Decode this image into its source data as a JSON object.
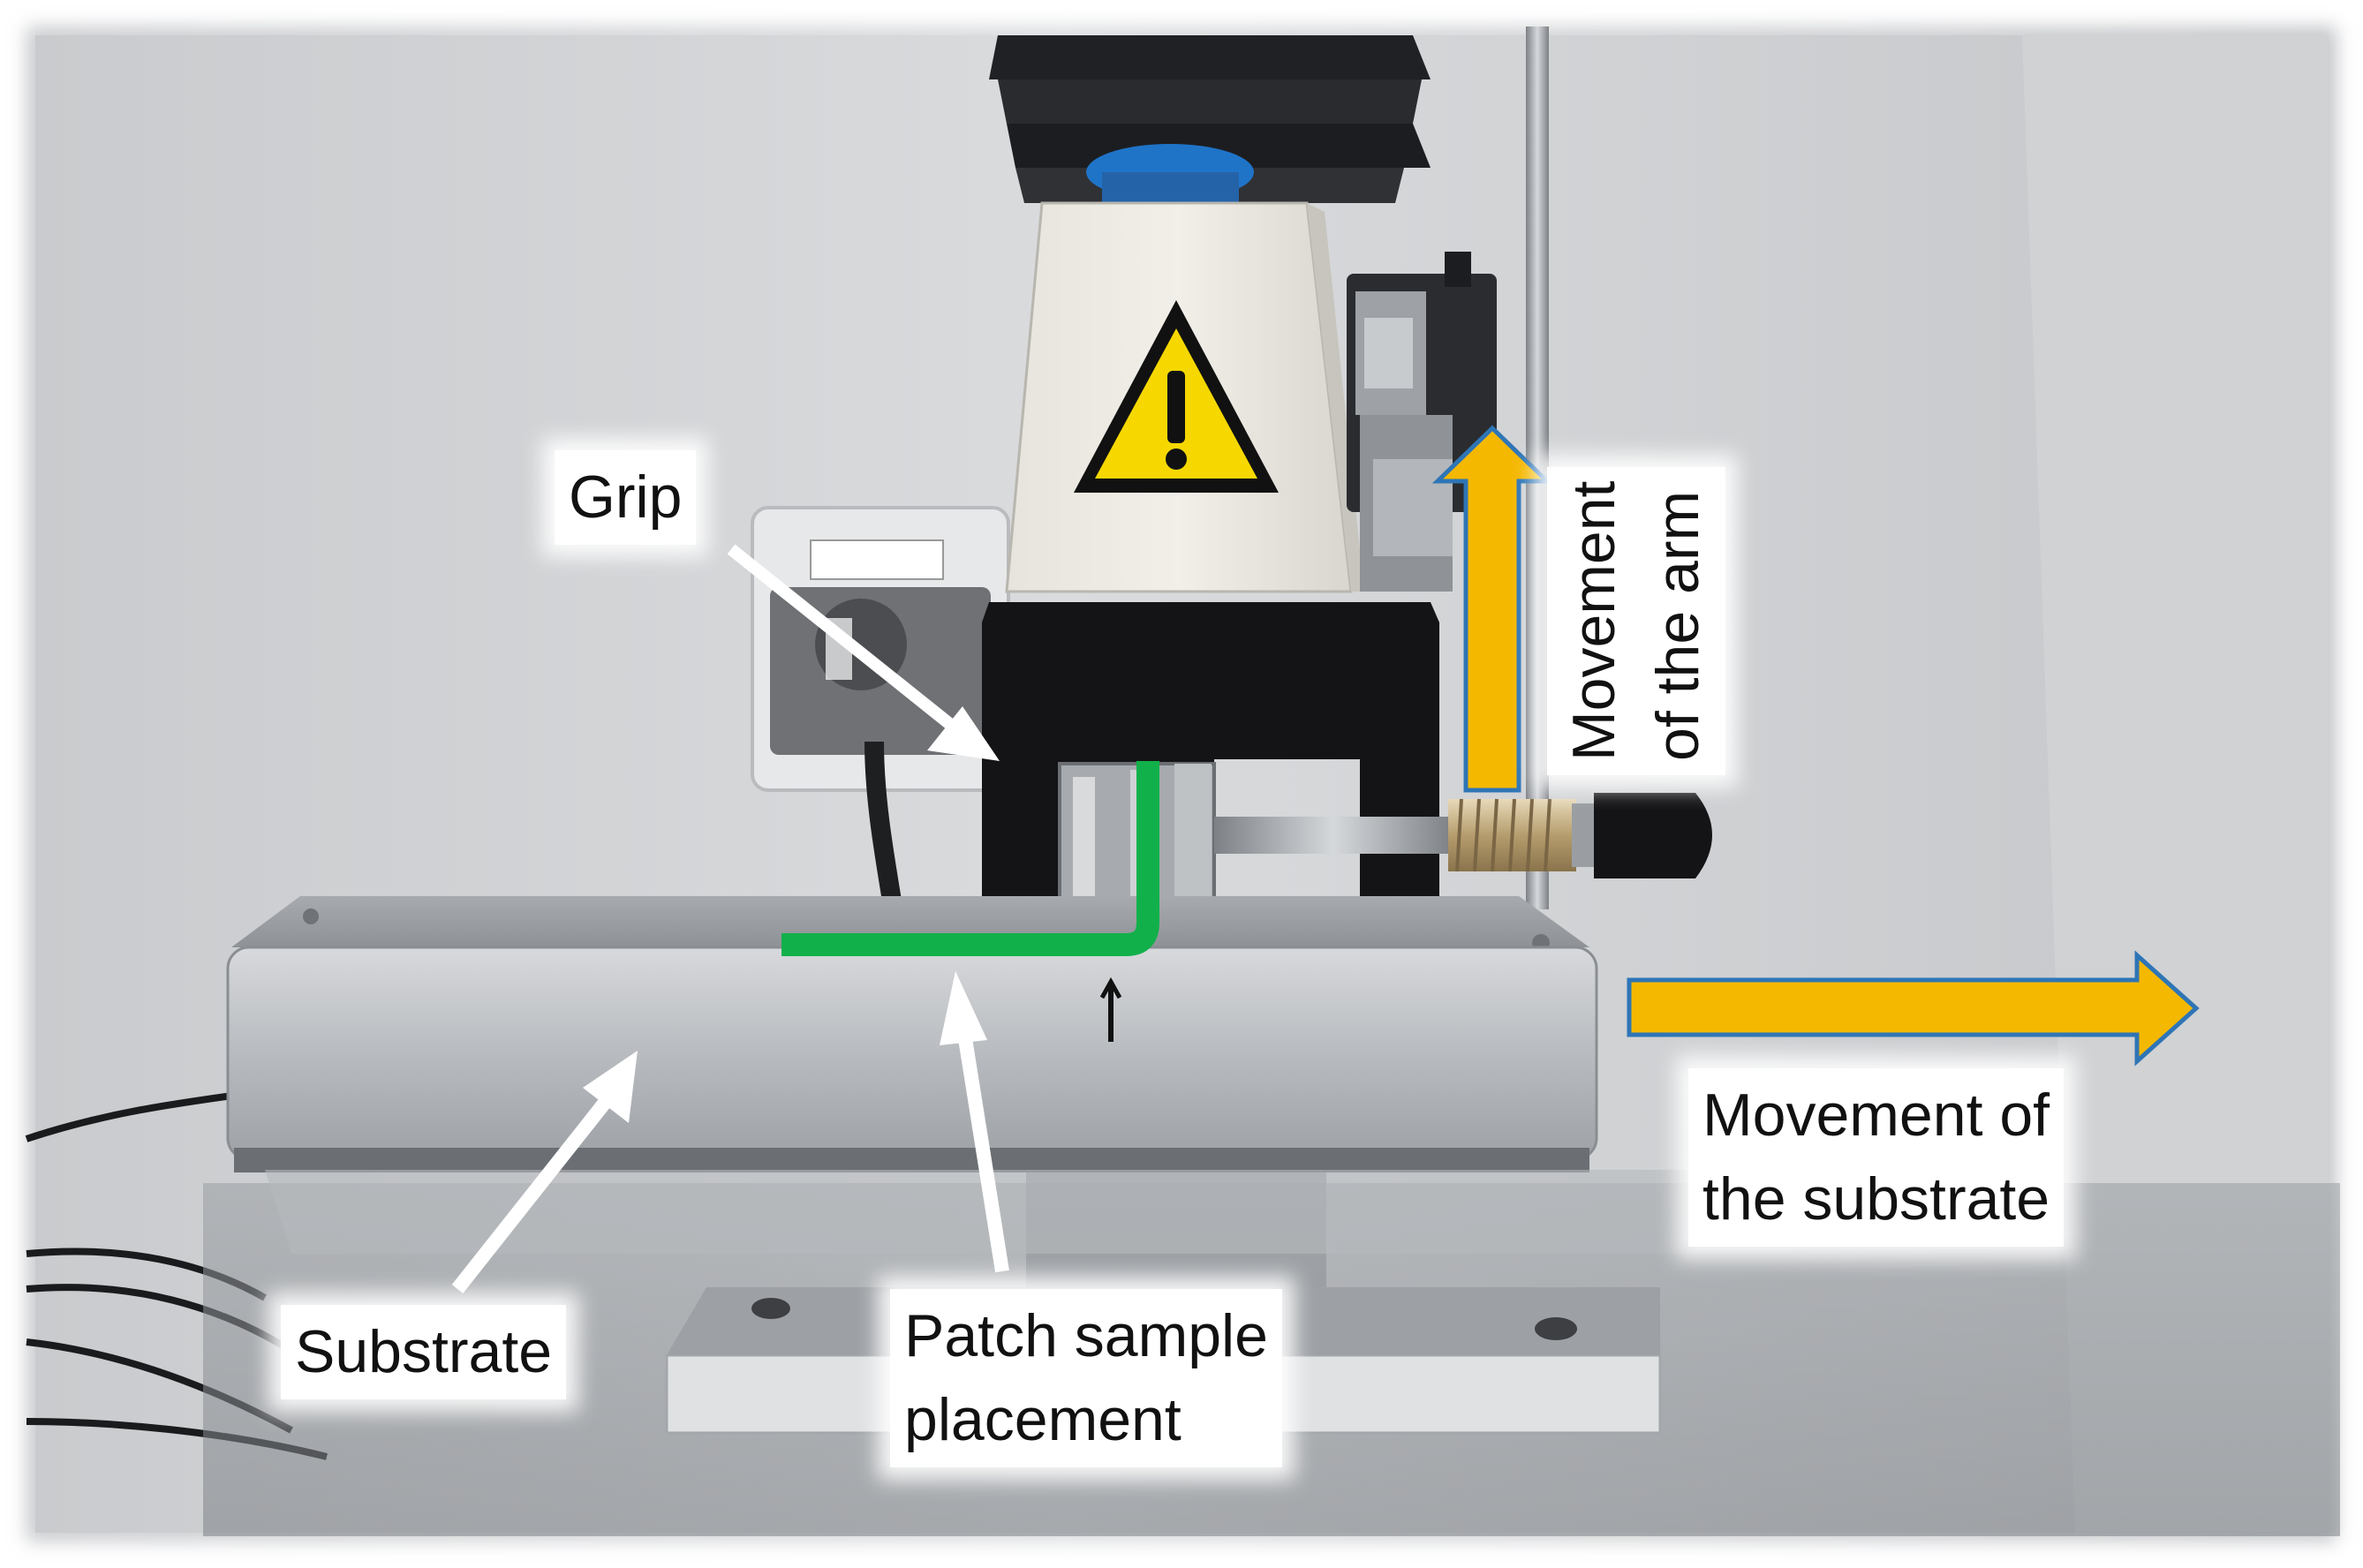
{
  "labels": {
    "grip": "Grip",
    "substrate": "Substrate",
    "patch_line1": "Patch sample",
    "patch_line2": "placement",
    "arm_line1": "Movement",
    "arm_line2": "of the arm",
    "substrate_move_line1": "Movement of",
    "substrate_move_line2": "the substrate"
  },
  "colors": {
    "arrow_yellow": "#F5B800",
    "arrow_outline": "#2E75B6",
    "patch_green": "#12B04A",
    "pointer_white": "#ffffff",
    "warning_yellow": "#F6D800"
  },
  "icons": {
    "warning": "warning-triangle-icon"
  }
}
